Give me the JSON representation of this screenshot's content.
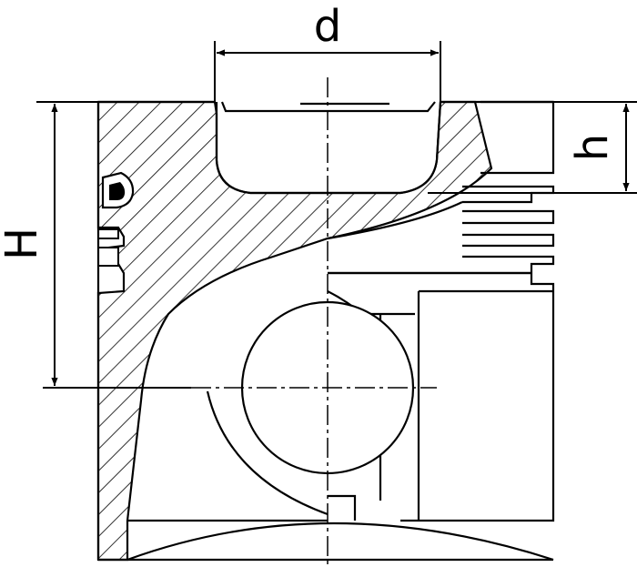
{
  "labels": {
    "d": "d",
    "h": "h",
    "H": "H"
  },
  "colors": {
    "stroke": "#000000",
    "background": "#ffffff"
  }
}
